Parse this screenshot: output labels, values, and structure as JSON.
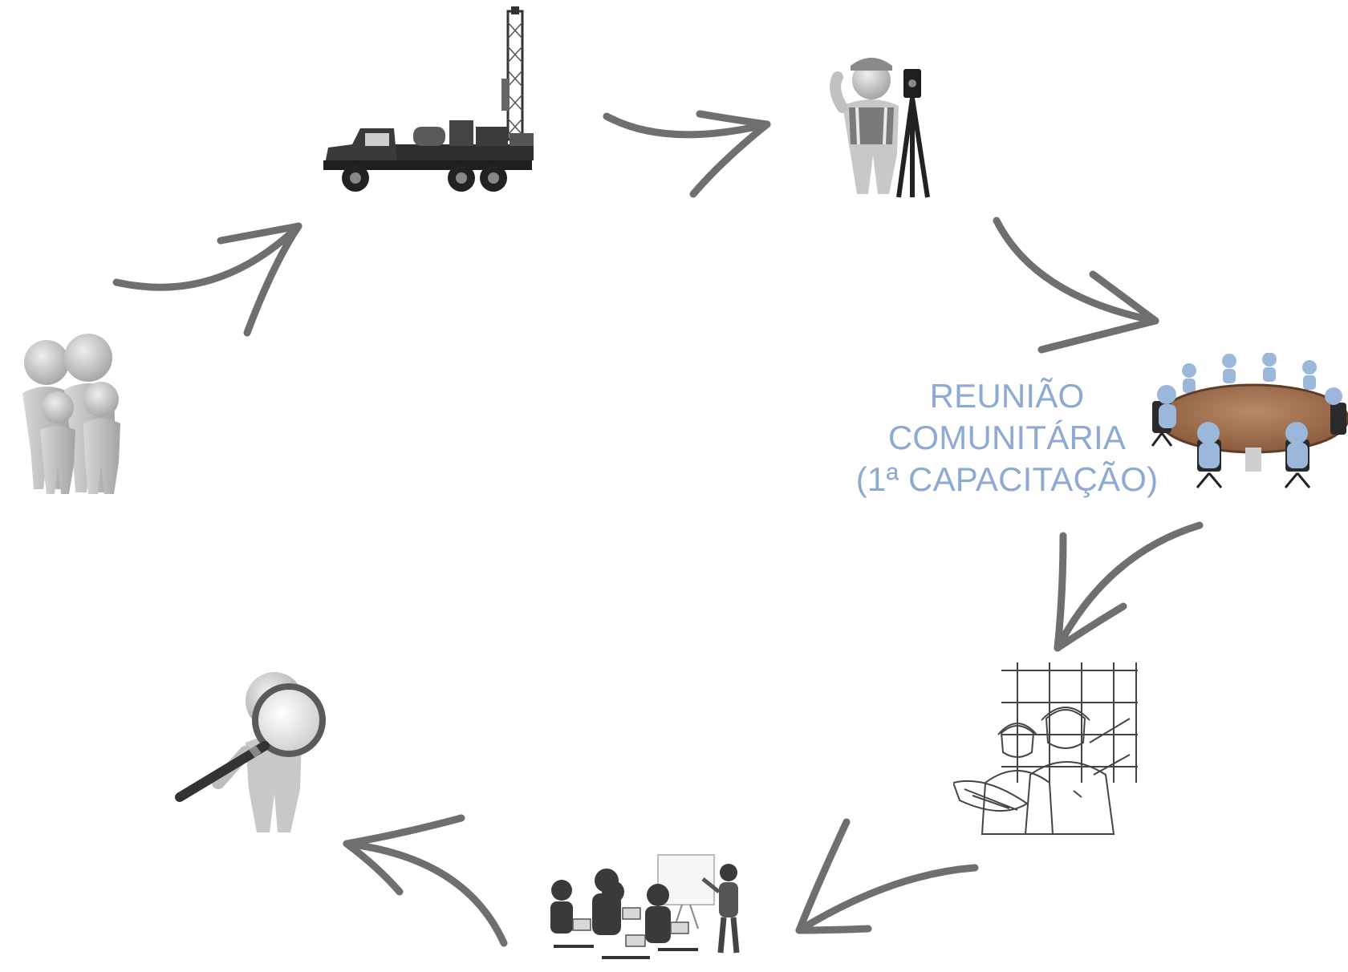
{
  "caption": {
    "lines": [
      "REUNIÃO",
      "COMUNITÁRIA",
      "(1ª CAPACITAÇÃO)"
    ],
    "color": "#8ea9d2"
  },
  "colors": {
    "arrow": "#6f6f6f",
    "figure": "#c9c9c9",
    "figure_shade": "#a9a9a9",
    "table_top": "#9a6b4c",
    "meeting_figure": "#9bb7d9",
    "line_art": "#444444",
    "dark_figure": "#3a3a3a"
  },
  "icons": [
    "family-icon",
    "drilling-rig-truck-icon",
    "surveyor-icon",
    "meeting-table-icon",
    "engineers-sketch-icon",
    "classroom-icon",
    "magnifier-inspector-icon"
  ]
}
